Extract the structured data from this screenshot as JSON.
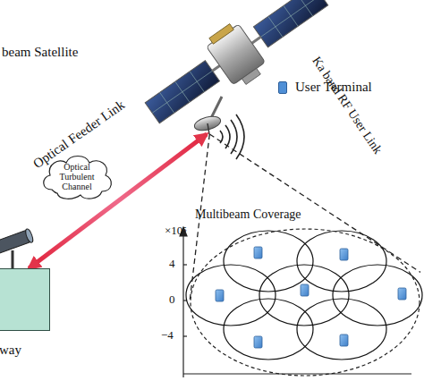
{
  "diagram": {
    "nodes": [
      {
        "text": [
          "beam Satellite"
        ]
      },
      {
        "text": [
          "Optical Turbulent Channel"
        ]
      },
      {
        "text": [
          "way"
        ]
      },
      {
        "text": [
          "Multibeam Coverage"
        ]
      }
    ],
    "edges": [
      {
        "from": 2,
        "to": 0,
        "arrow": "both",
        "label": "Optical Feeder Link"
      },
      {
        "from": 0,
        "to": 3,
        "arrow": "none",
        "label": "Ka band RF User Link"
      }
    ],
    "labels": [
      "×10⁵",
      "4",
      "0",
      "−4"
    ],
    "legend": [
      {
        "text": "User Terminal",
        "color": "#4f8fd6"
      }
    ]
  }
}
